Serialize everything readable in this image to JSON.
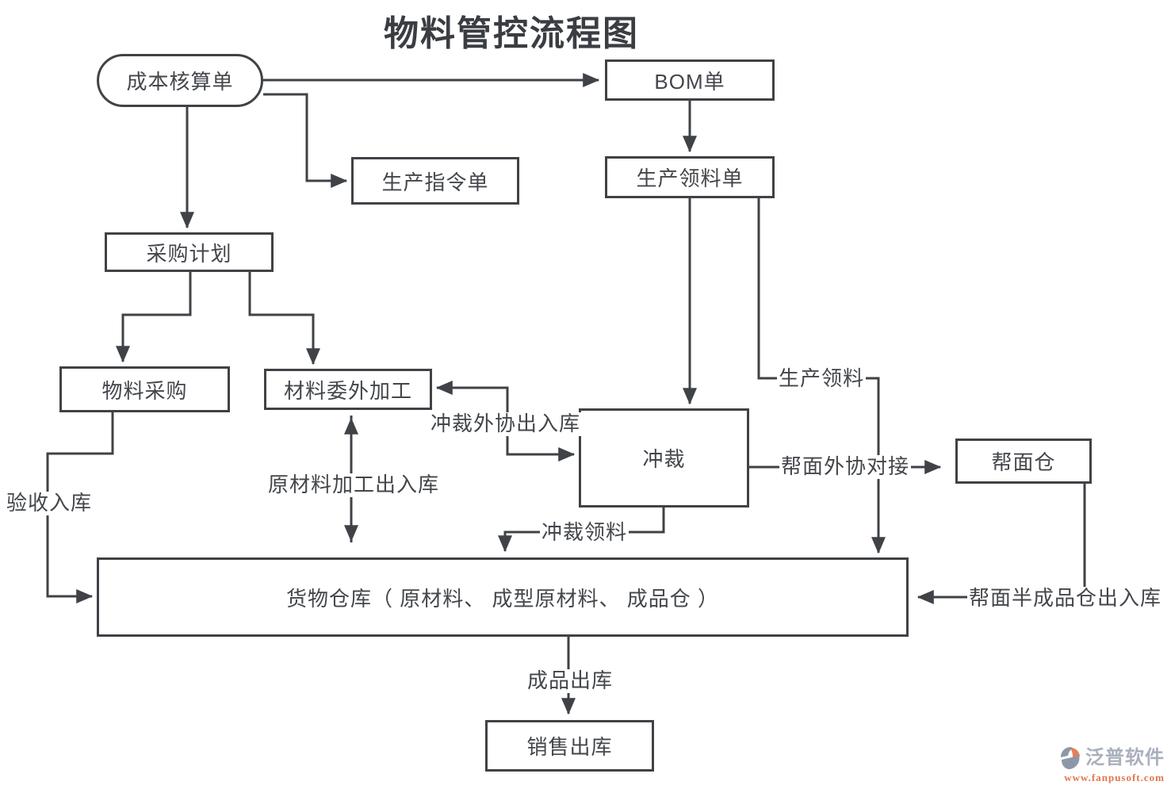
{
  "title": "物料管控流程图",
  "nodes": {
    "cost_sheet": {
      "label": "成本核算单"
    },
    "bom": {
      "label": "BOM单"
    },
    "prod_order": {
      "label": "生产指令单"
    },
    "prod_pick_sheet": {
      "label": "生产领料单"
    },
    "purchase_plan": {
      "label": "采购计划"
    },
    "material_purchase": {
      "label": "物料采购"
    },
    "outsourcing": {
      "label": "材料委外加工"
    },
    "cutting": {
      "label": "冲裁"
    },
    "uppers_warehouse": {
      "label": "帮面仓"
    },
    "goods_warehouse": {
      "label": "货物仓库（ 原材料、 成型原材料、 成品仓 ）"
    },
    "sales_out": {
      "label": "销售出库"
    }
  },
  "edge_labels": {
    "cutting_outsource_io": {
      "text": "冲裁外协出入库"
    },
    "raw_material_io": {
      "text": "原材料加工出入库"
    },
    "inspect_in": {
      "text": "验收入库"
    },
    "prod_pick": {
      "text": "生产领料"
    },
    "uppers_outsource": {
      "text": "帮面外协对接"
    },
    "cutting_pick": {
      "text": "冲裁领料"
    },
    "uppers_semi_io": {
      "text": "帮面半成品仓出入库"
    },
    "finished_out": {
      "text": "成品出库"
    }
  },
  "watermark": {
    "brand": "泛普软件",
    "url": "www.fanpusoft.com",
    "brand_color": "#a9b0bd",
    "url_color": "#e4764b"
  },
  "colors": {
    "stroke": "#3f4246",
    "text": "#43464b",
    "background": "#ffffff"
  }
}
